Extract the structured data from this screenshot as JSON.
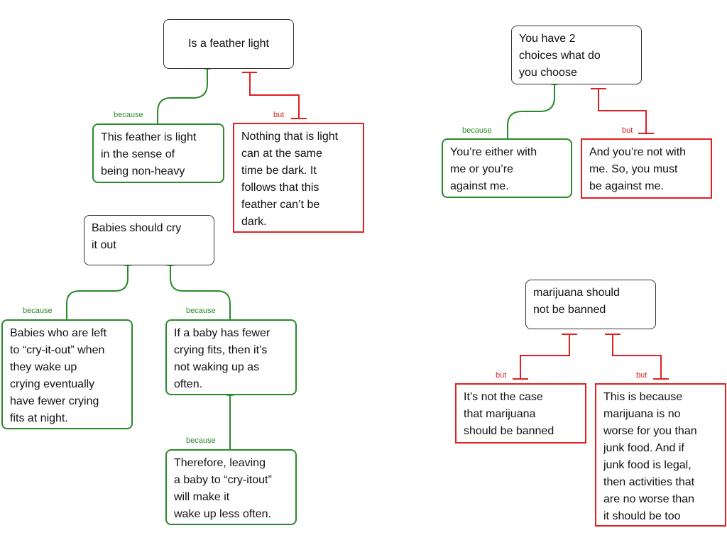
{
  "colors": {
    "support": "#2a8a2a",
    "objection": "#e02020",
    "claim_border": "#333333"
  },
  "maps": [
    {
      "claim": "Is a feather light",
      "reason": "This feather is light\nin the sense of\nbeing non-heavy",
      "reason_link": "because",
      "objection": "Nothing that is light\ncan at the same\ntime be dark. It\nfollows that this\nfeather can’t be\ndark.",
      "objection_link": "but"
    },
    {
      "claim": "You have 2\nchoices what do\nyou choose",
      "reason": "You’re either with\nme or you’re\nagainst me.",
      "reason_link": "because",
      "objection": "And you’re not with\nme. So, you must\nbe against me.",
      "objection_link": "but"
    },
    {
      "claim": "Babies should cry\nit out",
      "reason_1": "Babies who are left\nto “cry-it-out” when\nthey wake up\ncrying eventually\nhave fewer crying\nfits at night.",
      "reason_1_link": "because",
      "reason_2": "If a baby has fewer\ncrying fits, then it’s\nnot waking up as\noften.",
      "reason_2_link": "because",
      "reason_3": "Therefore, leaving\na baby to “cry-itout”\nwill make it\nwake up less often.",
      "reason_3_link": "because"
    },
    {
      "claim": "marijuana should\nnot be banned",
      "objection_1": "It’s not the case\nthat marijuana\nshould be banned",
      "objection_1_link": "but",
      "objection_2": "This is because\nmarijuana is no\nworse for you than\njunk food. And if\njunk food is legal,\nthen activities that\nare no worse than\nit should be too",
      "objection_2_link": "but"
    }
  ]
}
